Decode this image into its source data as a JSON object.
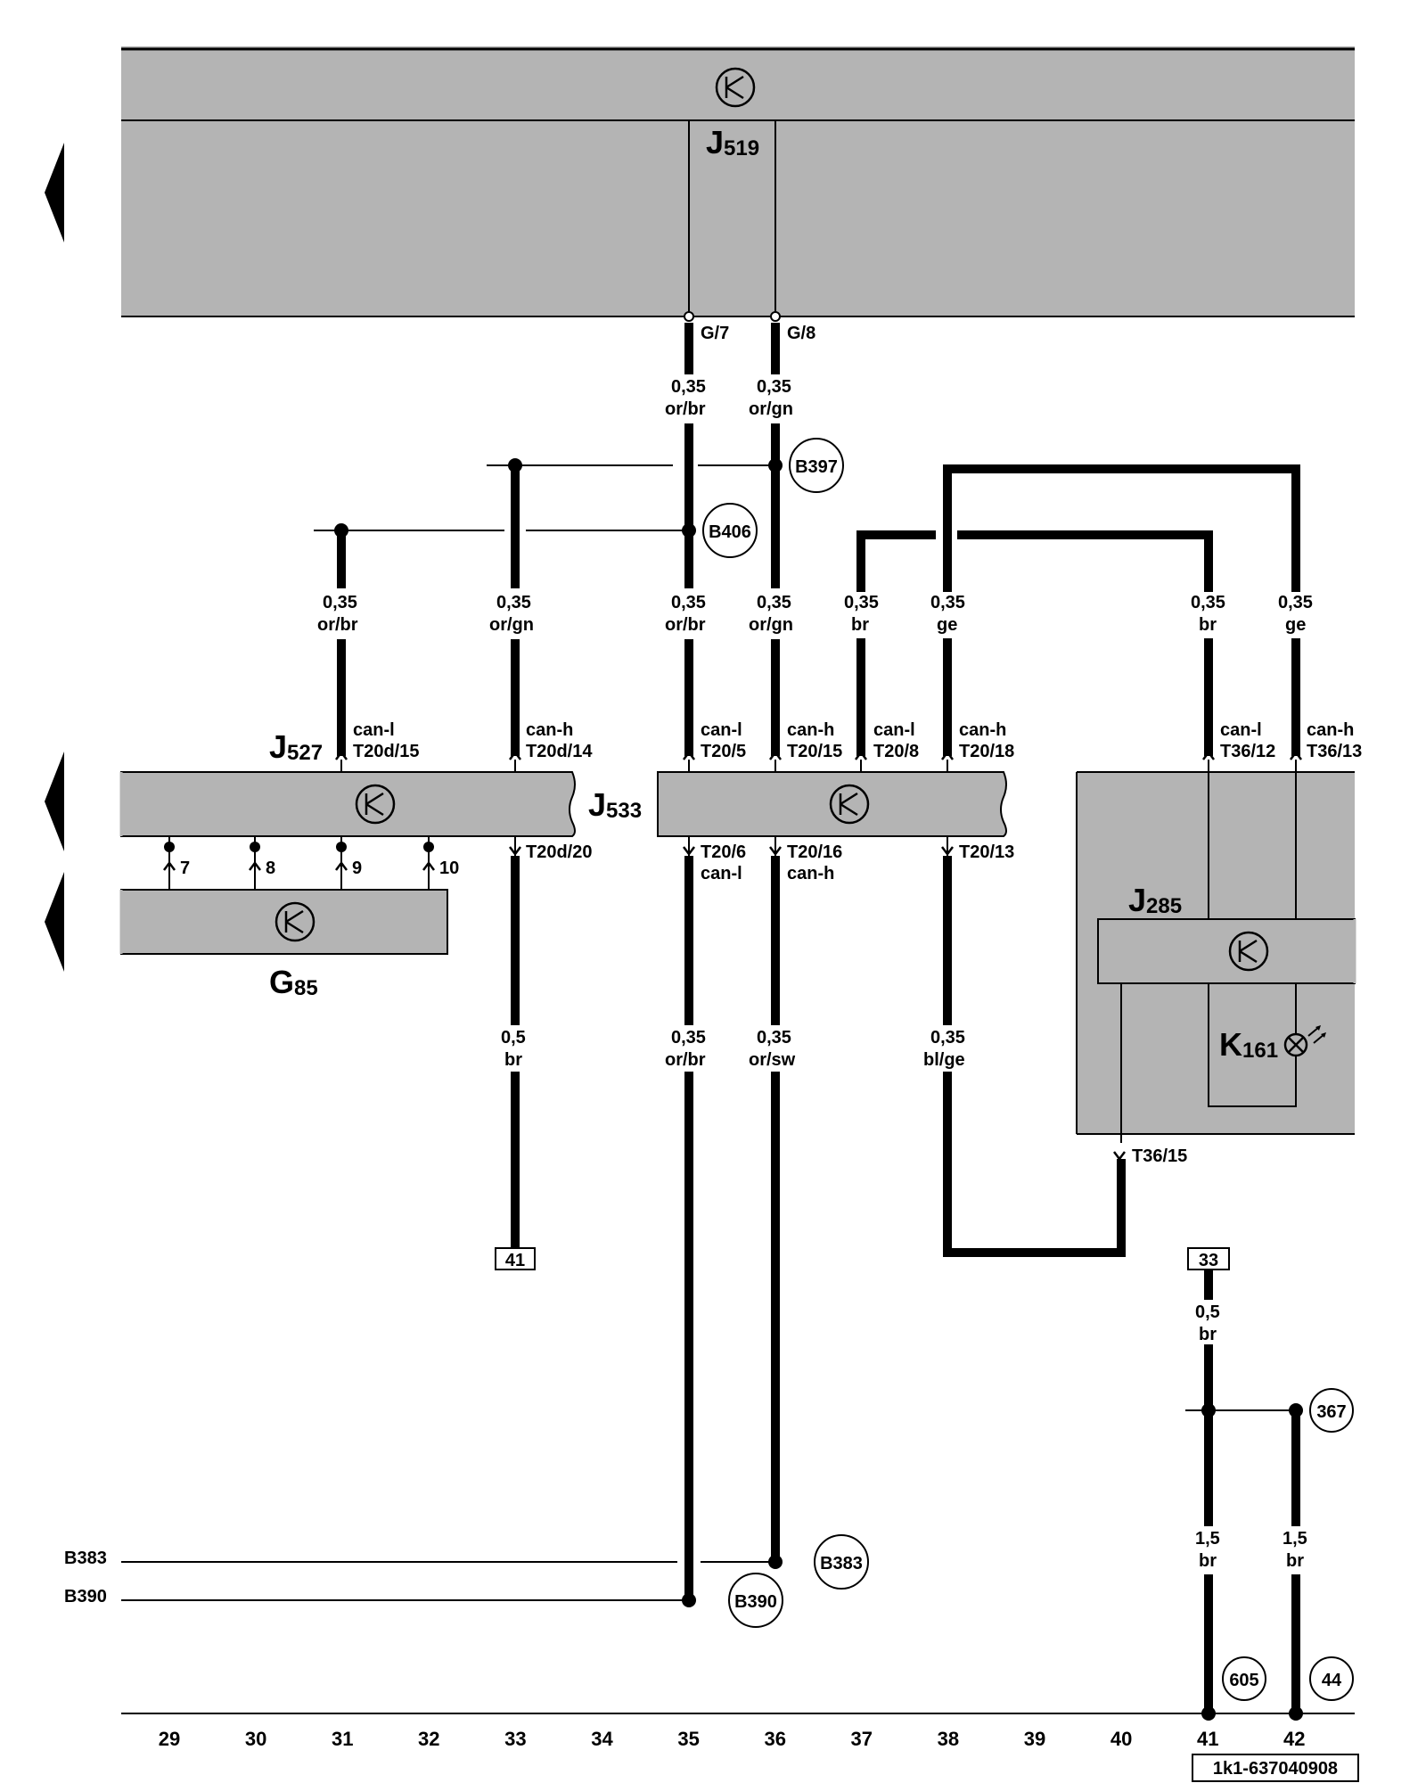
{
  "components": {
    "j519": {
      "letter": "J",
      "num": "519"
    },
    "j527": {
      "letter": "J",
      "num": "527"
    },
    "j533": {
      "letter": "J",
      "num": "533"
    },
    "j285": {
      "letter": "J",
      "num": "285"
    },
    "g85": {
      "letter": "G",
      "num": "85"
    },
    "k161": {
      "letter": "K",
      "num": "161"
    }
  },
  "pins": {
    "g7": "G/7",
    "g8": "G/8",
    "t20d15": "T20d/15",
    "t20d14": "T20d/14",
    "t20d20": "T20d/20",
    "t20_5": "T20/5",
    "t20_15": "T20/15",
    "t20_8": "T20/8",
    "t20_18": "T20/18",
    "t20_6": "T20/6",
    "t20_16": "T20/16",
    "t20_13": "T20/13",
    "t36_12": "T36/12",
    "t36_13": "T36/13",
    "t36_15": "T36/15",
    "p7": "7",
    "p8": "8",
    "p9": "9",
    "p10": "10"
  },
  "signals": {
    "canl": "can-l",
    "canh": "can-h"
  },
  "wires": {
    "w035": "0,35",
    "w05": "0,5",
    "w15": "1,5",
    "orbr": "or/br",
    "orgn": "or/gn",
    "br": "br",
    "ge": "ge",
    "orsw": "or/sw",
    "blge": "bl/ge"
  },
  "nodes": {
    "b397": "B397",
    "b406": "B406",
    "b383": "B383",
    "b390": "B390",
    "n367": "367",
    "n605": "605",
    "n44": "44"
  },
  "refs": {
    "r41": "41",
    "r33": "33"
  },
  "side_labels": {
    "b383": "B383",
    "b390": "B390"
  },
  "columns": [
    "29",
    "30",
    "31",
    "32",
    "33",
    "34",
    "35",
    "36",
    "37",
    "38",
    "39",
    "40",
    "41",
    "42"
  ],
  "doc_id": "1k1-637040908"
}
